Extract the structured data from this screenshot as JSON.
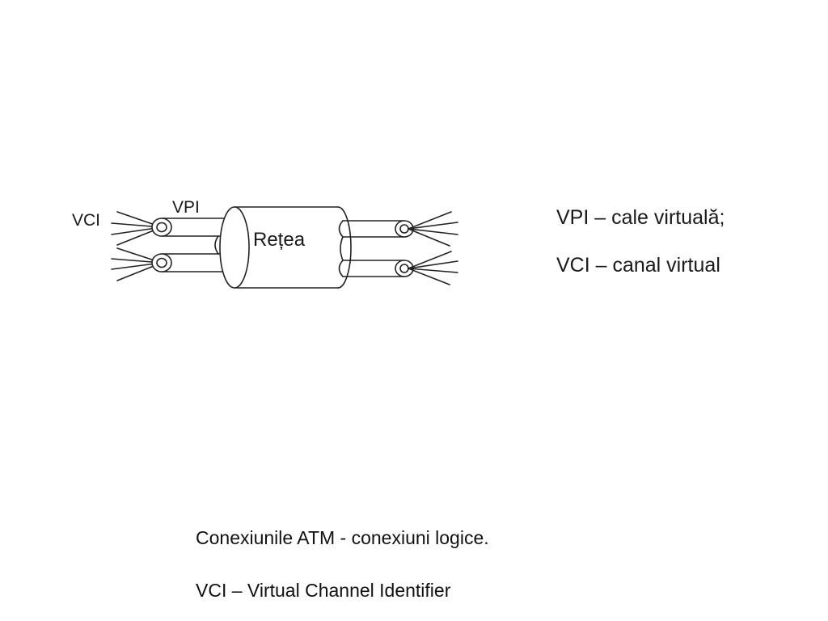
{
  "diagram": {
    "network_label": "Rețea",
    "vpi_label": "VPI",
    "vci_label": "VCI"
  },
  "legend": {
    "vpi_text": "VPI – cale virtuală;",
    "vci_text": "VCI – canal virtual"
  },
  "captions": {
    "line1": "Conexiunile ATM - conexiuni logice.",
    "line2": "VCI – Virtual Channel Identifier"
  }
}
